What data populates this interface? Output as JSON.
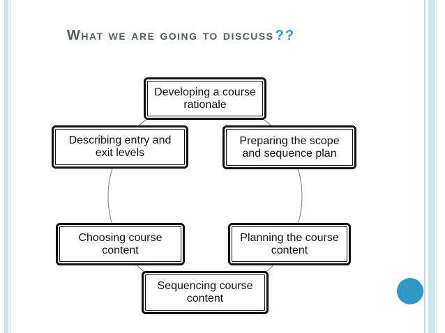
{
  "slide": {
    "title": "What we are going to discuss",
    "title_suffix": "??"
  },
  "diagram": {
    "type": "cycle",
    "nodes": [
      {
        "id": "n1",
        "label": "Developing a course rationale"
      },
      {
        "id": "n2",
        "label": "Preparing the scope and sequence plan"
      },
      {
        "id": "n3",
        "label": "Planning the course content"
      },
      {
        "id": "n4",
        "label": "Sequencing course content"
      },
      {
        "id": "n5",
        "label": "Choosing course content"
      },
      {
        "id": "n6",
        "label": "Describing entry and exit levels"
      }
    ]
  },
  "colors": {
    "accent": "#2f98c4",
    "border_bar": "#cfe3ea",
    "title": "#555d63"
  }
}
